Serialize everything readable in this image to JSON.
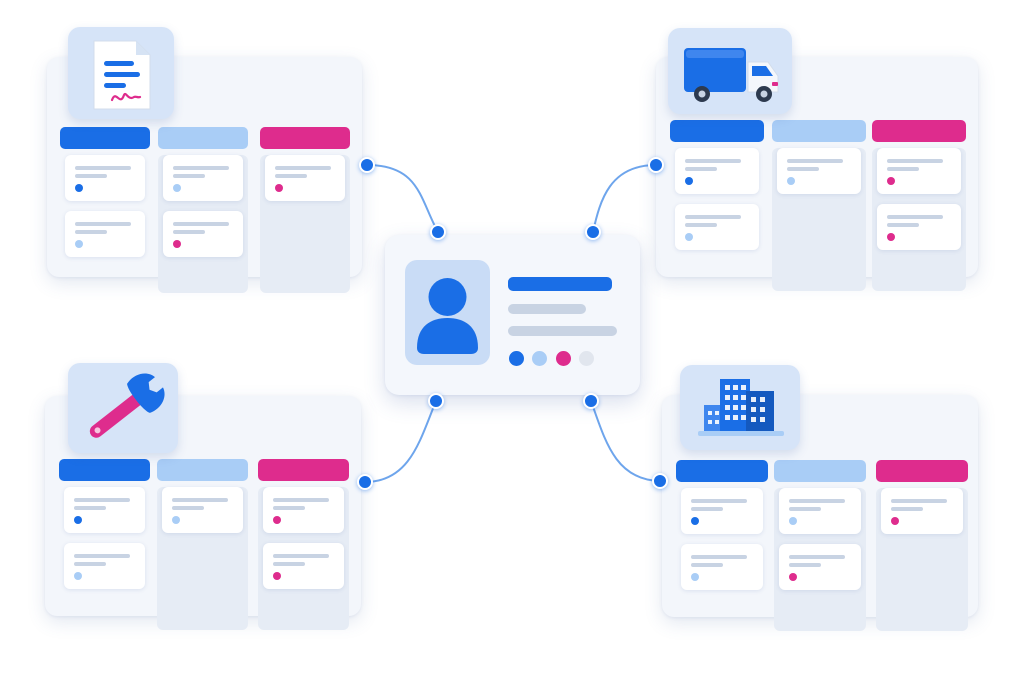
{
  "colors": {
    "primary_blue": "#1a6ee6",
    "light_blue": "#a9cdf6",
    "magenta": "#de2c8d",
    "card_line": "#c8d3e3",
    "connector": "#6ea5ec"
  },
  "profile": {
    "icon": "user-avatar-icon",
    "status_dots": [
      "primary_blue",
      "light_blue",
      "magenta",
      "gray"
    ]
  },
  "boards": [
    {
      "id": "documents",
      "icon": "document-signature-icon",
      "columns": [
        {
          "style": "blue",
          "cards": [
            "blue",
            "light"
          ]
        },
        {
          "style": "light",
          "cards": [
            "light",
            "pink"
          ]
        },
        {
          "style": "pink",
          "cards": [
            "pink"
          ]
        }
      ]
    },
    {
      "id": "delivery",
      "icon": "delivery-truck-icon",
      "columns": [
        {
          "style": "blue",
          "cards": [
            "blue",
            "light"
          ]
        },
        {
          "style": "light",
          "cards": [
            "light"
          ]
        },
        {
          "style": "pink",
          "cards": [
            "pink",
            "pink"
          ]
        }
      ]
    },
    {
      "id": "maintenance",
      "icon": "wrench-icon",
      "columns": [
        {
          "style": "blue",
          "cards": [
            "blue",
            "light"
          ]
        },
        {
          "style": "light",
          "cards": [
            "light"
          ]
        },
        {
          "style": "pink",
          "cards": [
            "pink",
            "pink"
          ]
        }
      ]
    },
    {
      "id": "facilities",
      "icon": "office-building-icon",
      "columns": [
        {
          "style": "blue",
          "cards": [
            "blue",
            "light"
          ]
        },
        {
          "style": "light",
          "cards": [
            "light",
            "pink"
          ]
        },
        {
          "style": "pink",
          "cards": [
            "pink"
          ]
        }
      ]
    }
  ]
}
